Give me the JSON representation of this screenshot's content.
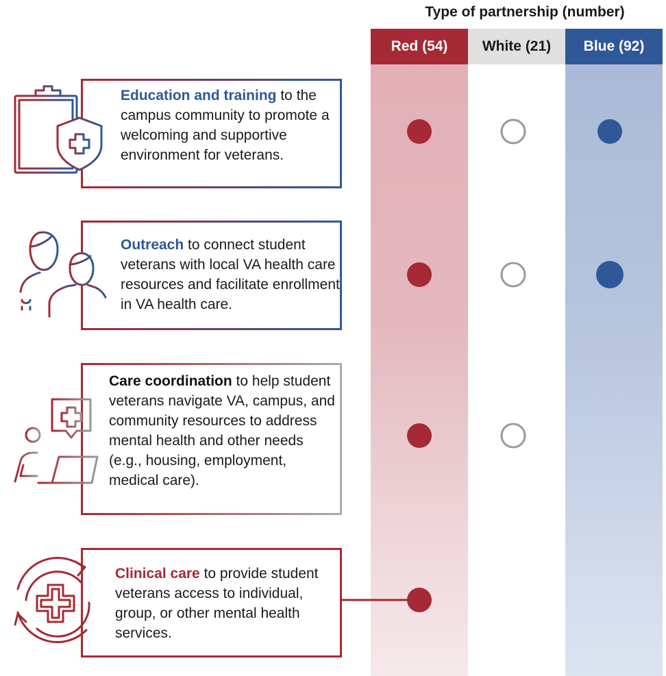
{
  "header": {
    "title": "Type of partnership (number)"
  },
  "columns": [
    {
      "label": "Red (54)",
      "color": "#a52a35"
    },
    {
      "label": "White (21)",
      "color": "#e0e0e0"
    },
    {
      "label": "Blue (92)",
      "color": "#2e5898"
    }
  ],
  "rows": [
    {
      "keyword": "Education and training",
      "rest": " to the campus community to promote a welcoming and supportive environment for veterans.",
      "icon": "clipboard-shield-icon",
      "red": true,
      "white": true,
      "blue": true
    },
    {
      "keyword": "Outreach",
      "rest": " to connect student veterans with local VA health care resources and facilitate enrollment in VA health care.",
      "icon": "people-icon",
      "red": true,
      "white": true,
      "blue": true
    },
    {
      "keyword": "Care coordination",
      "rest": " to help student veterans navigate VA, campus, and community resources to address mental health and other needs (e.g., housing, employment, medical care).",
      "icon": "person-laptop-chat-icon",
      "red": true,
      "white": true,
      "blue": false
    },
    {
      "keyword": "Clinical care",
      "rest": " to provide student veterans access to individual, group, or other mental health services.",
      "icon": "cycle-cross-icon",
      "red": true,
      "white": false,
      "blue": false
    }
  ],
  "colors": {
    "red": "#a52a35",
    "blue": "#2e5898",
    "gray": "#999999"
  }
}
